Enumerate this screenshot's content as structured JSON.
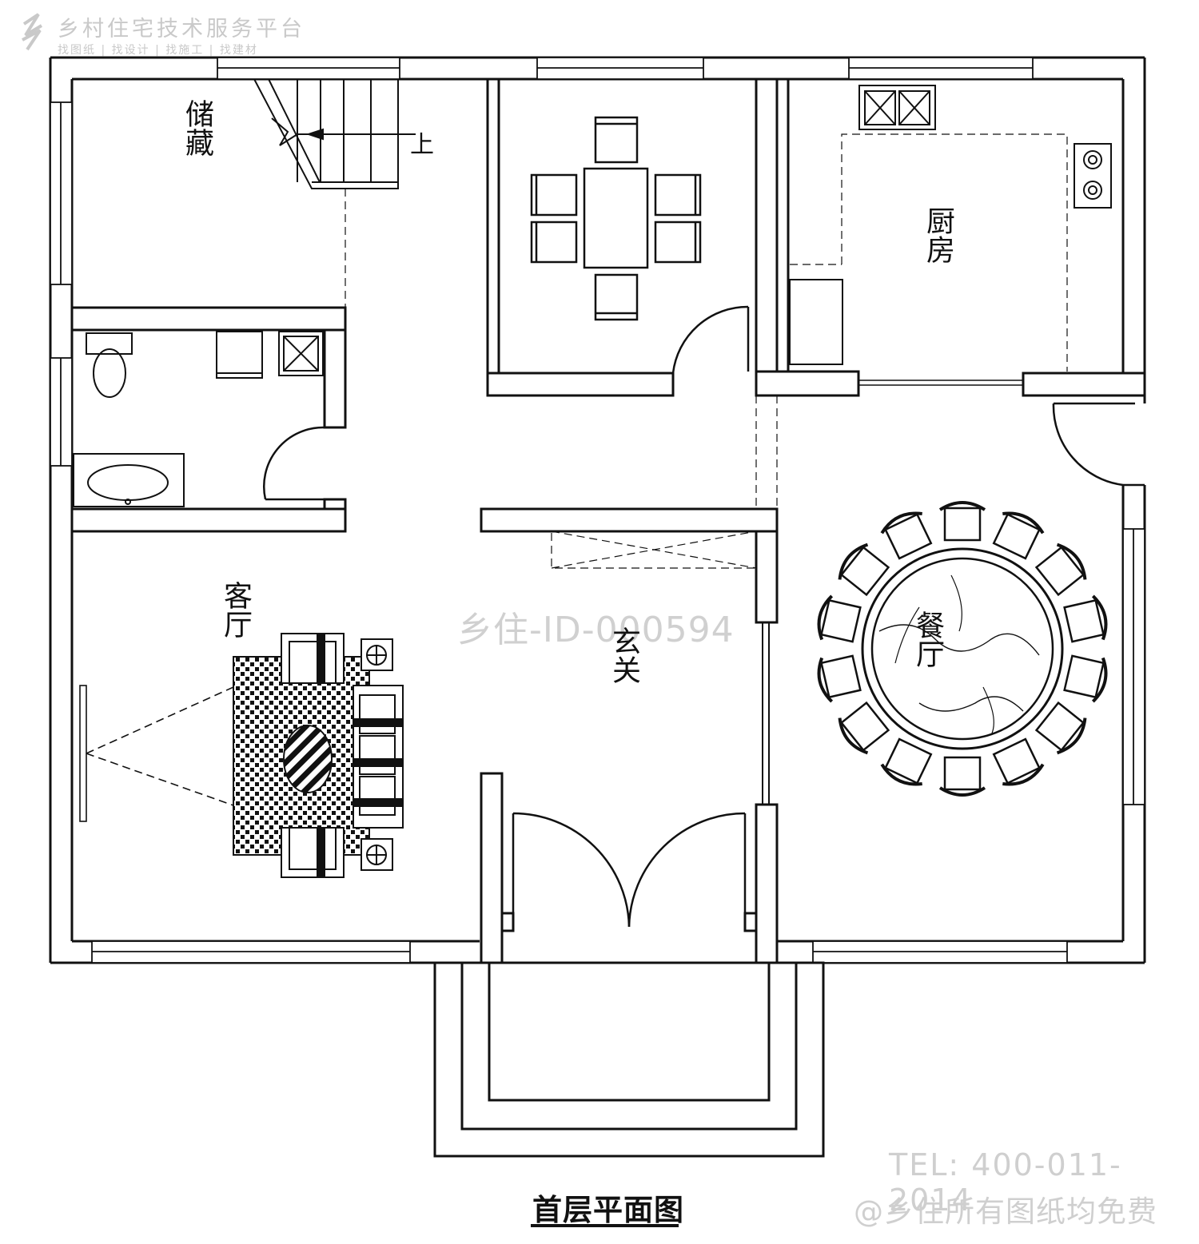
{
  "watermark": {
    "brand": "乡村住宅技术服务平台",
    "tagline": "找图纸 | 找设计 | 找施工 | 找建材",
    "logo_icon": "xiangzhu-logo-icon",
    "plan_id": "乡住-ID-000594",
    "tel": "TEL: 400-011-2014",
    "free_note": "@乡住所有图纸均免费",
    "color": "#c9c9c9"
  },
  "caption": "首层平面图",
  "rooms": {
    "storage": "储藏",
    "kitchen": "厨房",
    "living": "客厅",
    "foyer": "玄关",
    "dining": "餐厅"
  },
  "stair": {
    "direction": "上"
  },
  "colors": {
    "line": "#111111",
    "background": "#ffffff"
  }
}
